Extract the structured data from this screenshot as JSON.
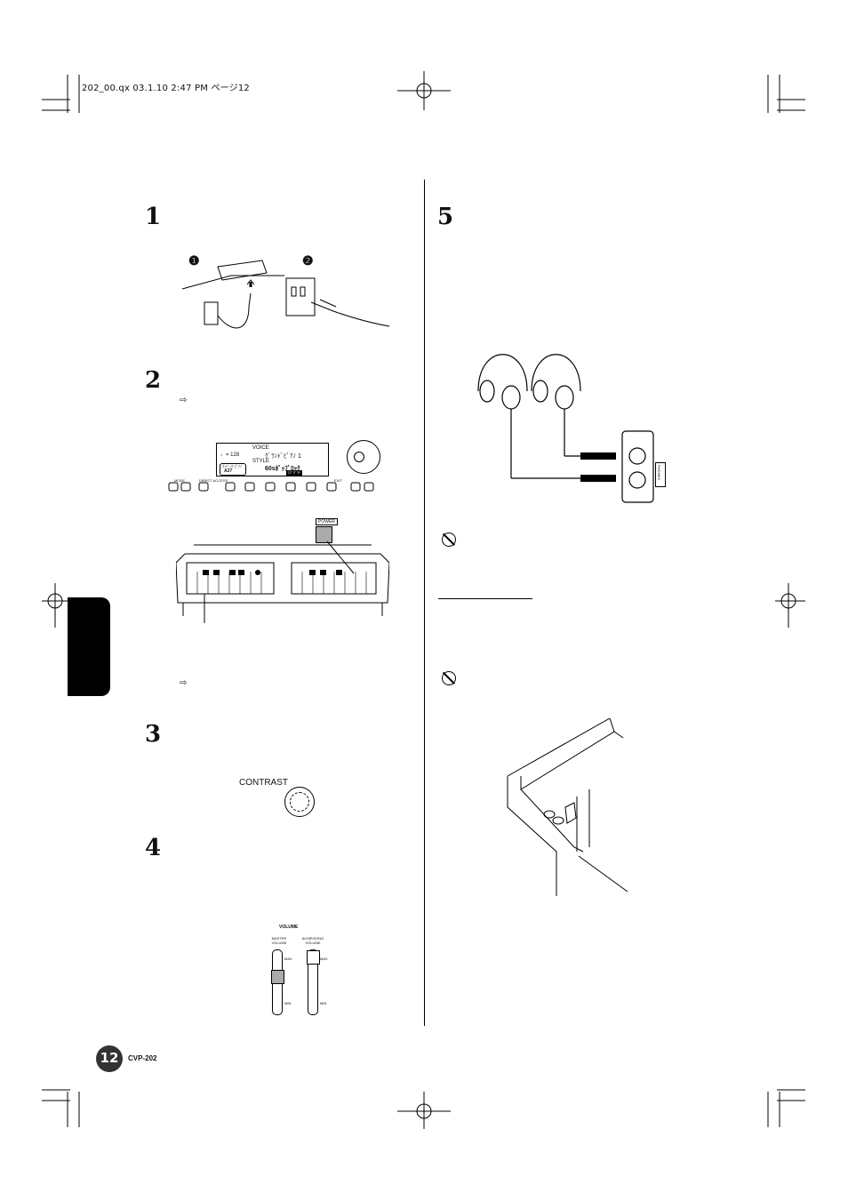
{
  "header": {
    "file_info": "202_00.qx  03.1.10  2:47 PM  ページ12"
  },
  "steps": {
    "s1": "1",
    "s2": "2",
    "s3": "3",
    "s4": "4",
    "s5": "5"
  },
  "figure1": {
    "marker_a": "❶",
    "marker_b": "❷"
  },
  "notes": {
    "arrow1": "⇨",
    "arrow2": "⇨"
  },
  "lcd": {
    "tempo": "♩= 128",
    "voice_label": "VOICE",
    "voice_value": "ｸﾞﾗﾝﾄﾞﾋﾟｱﾉ 1",
    "style_label": "STYLE",
    "style_value": "60sﾎﾟｯﾌﾟﾛｯｸ",
    "box_small": "ｵｰﾃﾞｨｵ",
    "box_small_value": "ﾋﾟｱﾉ",
    "box_num": "A27",
    "badge": "ｴｸﾞﾀﾞｸﾄ"
  },
  "panel": {
    "mode_label": "MODE",
    "direct_access": "DIRECT ACCESS",
    "exit": "EXIT",
    "power": "POWER"
  },
  "contrast": {
    "label": "CONTRAST"
  },
  "volume": {
    "title": "VOLUME",
    "master": "MASTER VOLUME",
    "acmp": "ACMP/SONG VOLUME",
    "max1": "MAX",
    "min1": "MIN",
    "max2": "MAX",
    "min2": "MIN"
  },
  "phones": {
    "label": "PHONES"
  },
  "footer": {
    "page_number": "12",
    "model": "CVP-202"
  }
}
